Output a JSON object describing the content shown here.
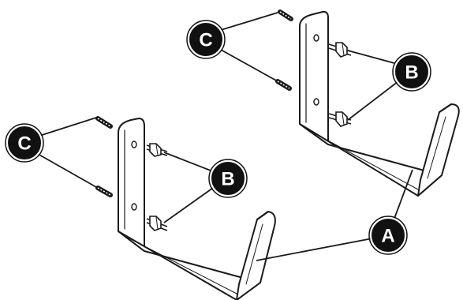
{
  "labels": {
    "bracket": "A",
    "flange_bolt": "B",
    "screw": "C"
  },
  "colors": {
    "ink": "#1a1a1a",
    "part_fill": "#ffffff",
    "part_shade": "#e6e6e6",
    "callout_fill": "#111111",
    "callout_text": "#ffffff"
  }
}
